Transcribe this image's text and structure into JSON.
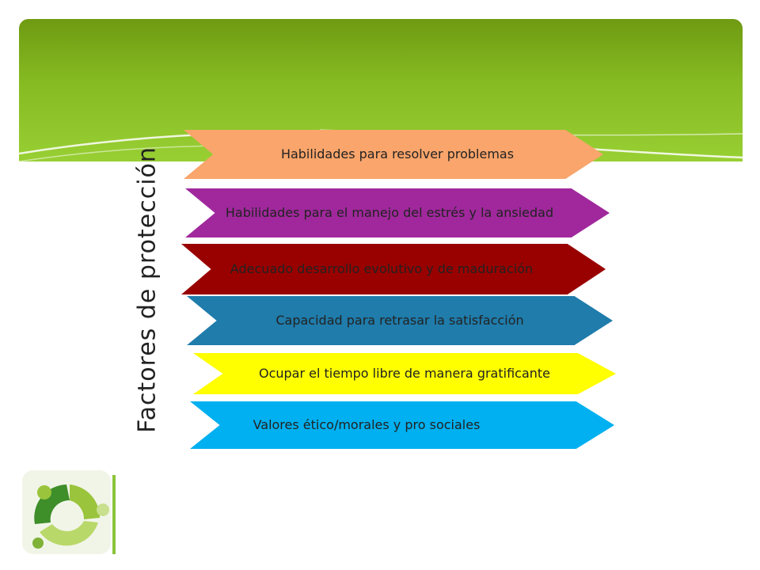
{
  "slide": {
    "title": "Factores de protección",
    "colors": {
      "banner_top": "#6f9a12",
      "banner_bottom": "#98cf33"
    },
    "arrows": [
      {
        "label": "Habilidades para resolver problemas",
        "color": "#f9a56b"
      },
      {
        "label": "Habilidades para el manejo del estrés y la ansiedad",
        "color": "#a0289c"
      },
      {
        "label": "Adecuado desarrollo evolutivo y de maduración",
        "color": "#990000"
      },
      {
        "label": "Capacidad para retrasar la satisfacción",
        "color": "#1f7cab"
      },
      {
        "label": "Ocupar el tiempo libre de manera gratificante",
        "color": "#ffff00"
      },
      {
        "label": "Valores ético/morales y pro sociales",
        "color": "#00b0f0"
      }
    ],
    "logo": {
      "icon": "green-circles-logo-icon"
    }
  }
}
